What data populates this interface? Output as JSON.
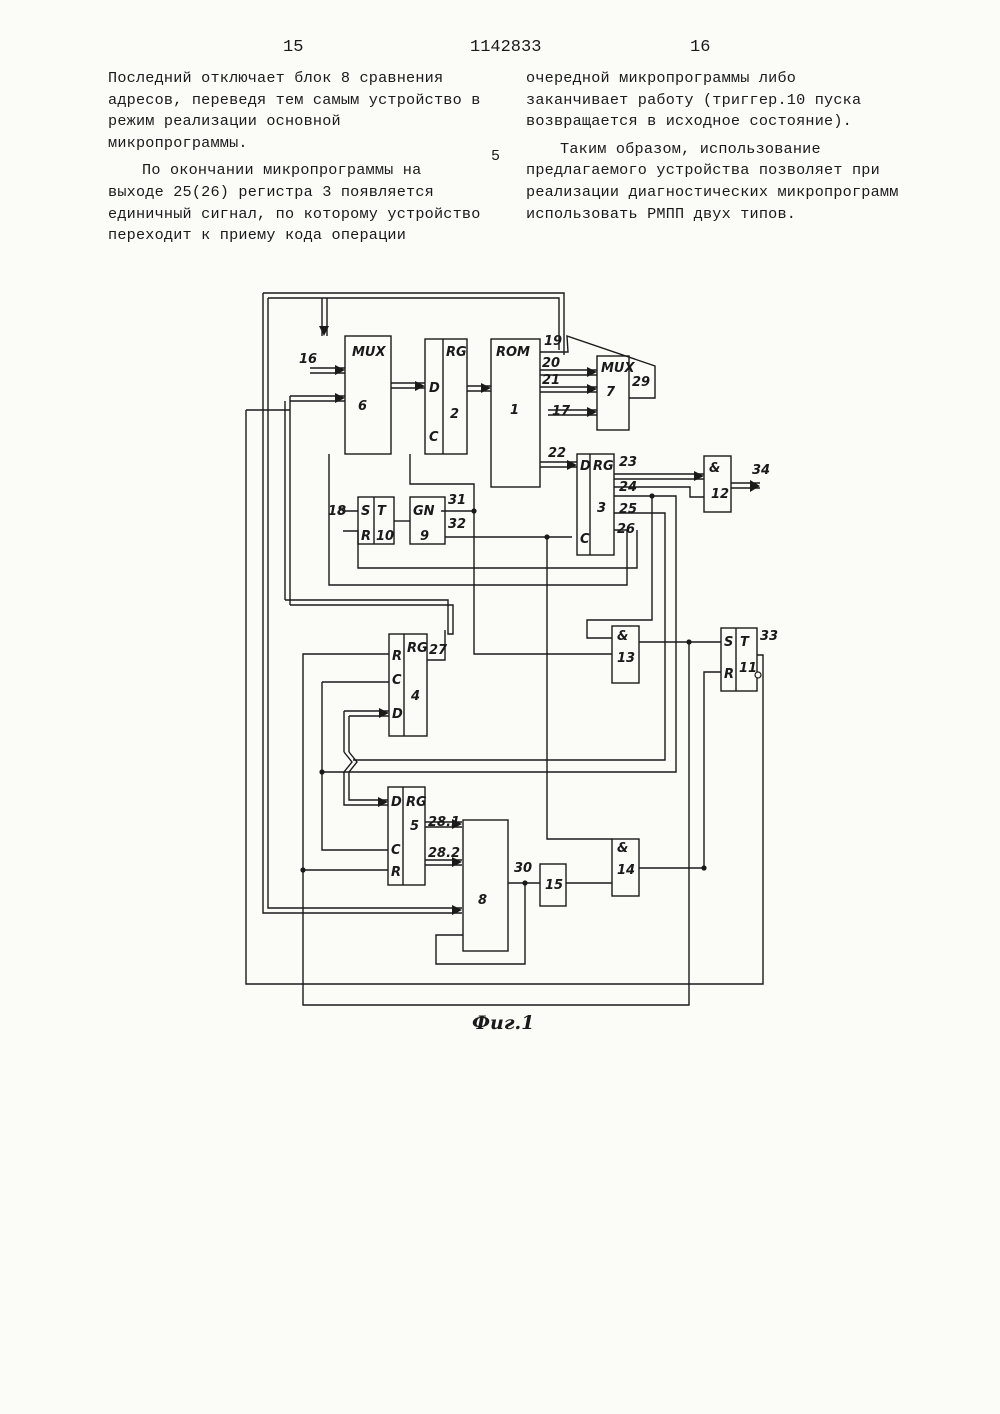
{
  "header": {
    "left_page": "15",
    "patent_number": "1142833",
    "right_page": "16"
  },
  "left_column": [
    "Последний отключает блок 8 сравнения адресов, переведя тем самым устройство в режим реализации основной микропрограммы.",
    "По окончании микропрограммы на выходе 25(26) регистра 3 появляется единичный сигнал, по которому устройство переходит к приему кода операции"
  ],
  "line_number": "5",
  "right_column": [
    "очередной микропрограммы либо заканчивает работу (триггер.10 пуска возвращается в исходное состояние).",
    "Таким образом, использование предлагаемого устройства позволяет при реализации диагностических микропрограмм использовать РМПП двух типов."
  ],
  "figure": {
    "caption": "Фиг.1",
    "blocks": {
      "mux6": {
        "title": "MUX",
        "number": "6"
      },
      "rg2": {
        "d": "D",
        "title": "RG",
        "c": "C",
        "number": "2"
      },
      "rom1": {
        "title": "ROM",
        "number": "1"
      },
      "mux7": {
        "title": "MUX",
        "number": "7"
      },
      "rg3": {
        "d": "D",
        "title": "RG",
        "c": "C",
        "number": "3"
      },
      "and12": {
        "title": "&",
        "number": "12"
      },
      "trig10": {
        "s": "S",
        "title": "T",
        "r": "R",
        "number": "10"
      },
      "gen9": {
        "title": "GN",
        "number": "9"
      },
      "rg4": {
        "r": "R",
        "title": "RG",
        "c": "C",
        "d": "D",
        "number": "4"
      },
      "and13": {
        "title": "&",
        "number": "13"
      },
      "trig11": {
        "s": "S",
        "title": "T",
        "r": "R",
        "number": "11"
      },
      "rg5": {
        "d": "D",
        "title": "RG",
        "c": "C",
        "number": "5",
        "r": "R"
      },
      "cmp8": {
        "number": "8"
      },
      "delay15": {
        "number": "15"
      },
      "and14": {
        "title": "&",
        "number": "14"
      }
    },
    "signals": [
      "16",
      "17",
      "18",
      "19",
      "20",
      "21",
      "22",
      "23",
      "24",
      "25",
      "26",
      "27",
      "28.1",
      "28.2",
      "29",
      "30",
      "31",
      "32",
      "33",
      "34"
    ]
  }
}
